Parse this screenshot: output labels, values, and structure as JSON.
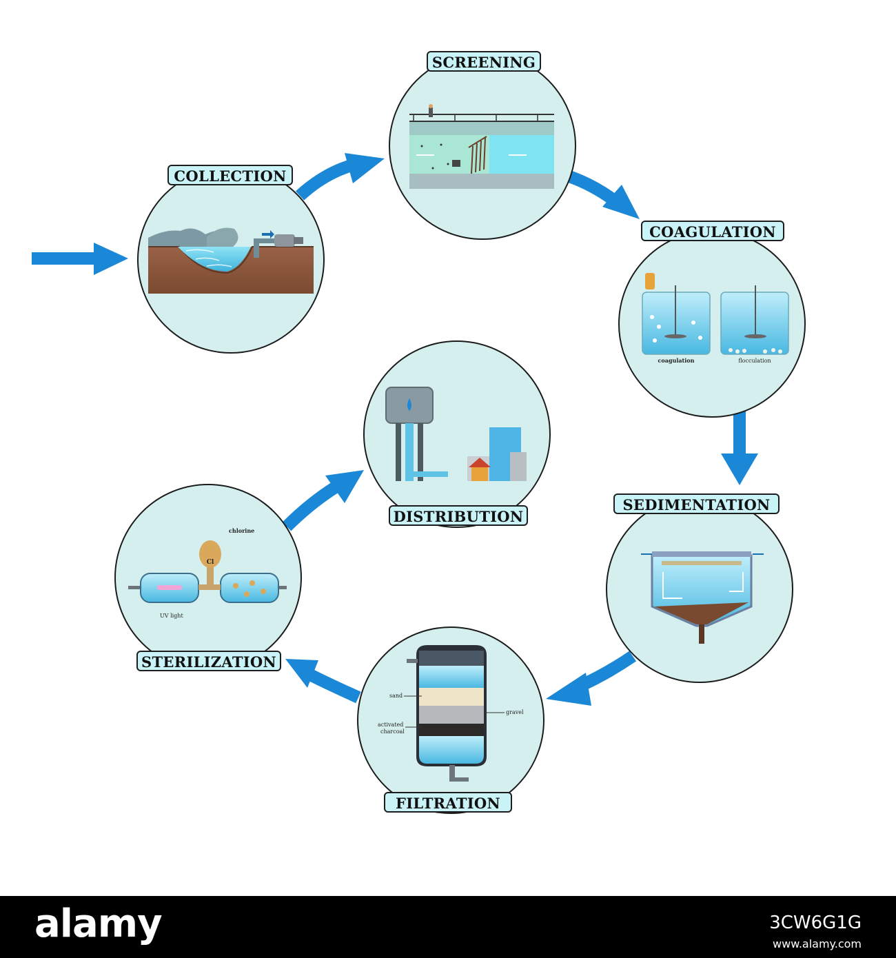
{
  "stages": {
    "collection": {
      "label": "COLLECTION"
    },
    "screening": {
      "label": "SCREENING"
    },
    "coagulation": {
      "label": "COAGULATION",
      "sub_left": "coagulation",
      "sub_right": "flocculation"
    },
    "sedimentation": {
      "label": "SEDIMENTATION"
    },
    "filtration": {
      "label": "FILTRATION",
      "sand": "sand",
      "gravel": "gravel",
      "charcoal_line1": "activated",
      "charcoal_line2": "charcoal"
    },
    "sterilization": {
      "label": "STERILIZATION",
      "chlorine": "chlorine",
      "cl_symbol": "Cl",
      "uv": "UV light"
    },
    "distribution": {
      "label": "DISTRIBUTION"
    }
  },
  "footer": {
    "logo": "alamy",
    "image_id": "3CW6G1G",
    "url": "www.alamy.com"
  },
  "colors": {
    "arrow": "#1a88d6",
    "circle_fill": "#d5efef",
    "label_fill": "#c9f3f7",
    "water": "#6fd1ec",
    "soil": "#8b5a3c"
  }
}
